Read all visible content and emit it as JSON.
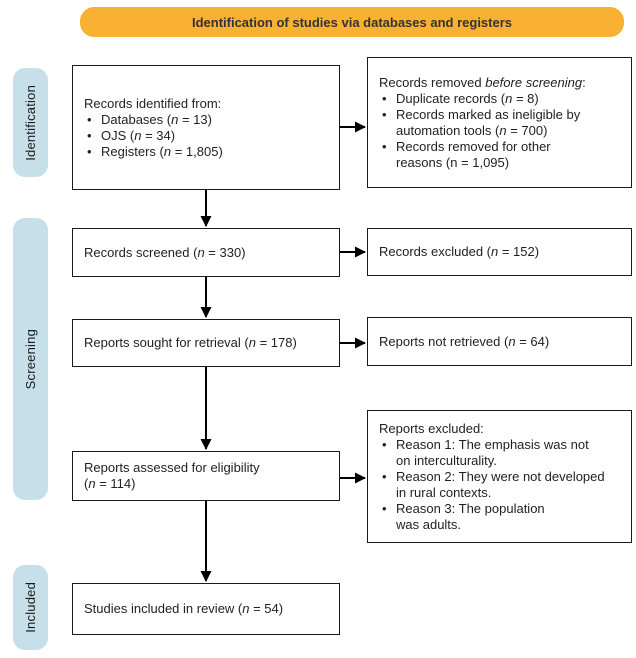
{
  "banner": {
    "title": "Identification of studies via databases and registers"
  },
  "stages": {
    "identification": "Identification",
    "screening": "Screening",
    "included": "Included"
  },
  "colors": {
    "banner": "#F8B133",
    "stage": "#C6DFE8"
  },
  "boxes": {
    "records_identified": {
      "title": [
        {
          "t": "Records identified from:"
        }
      ],
      "bullets": [
        [
          {
            "t": "Databases ("
          },
          {
            "t": "n",
            "i": true
          },
          {
            "t": " = 13)"
          }
        ],
        [
          {
            "t": "OJS ("
          },
          {
            "t": "n",
            "i": true
          },
          {
            "t": " = 34)"
          }
        ],
        [
          {
            "t": "Registers ("
          },
          {
            "t": "n",
            "i": true
          },
          {
            "t": " = 1,805)"
          }
        ]
      ]
    },
    "records_removed": {
      "title": [
        {
          "t": "Records removed "
        },
        {
          "t": "before screening",
          "i": true
        },
        {
          "t": ":"
        }
      ],
      "bullets": [
        [
          {
            "t": "Duplicate records ("
          },
          {
            "t": "n",
            "i": true
          },
          {
            "t": " = 8)"
          }
        ],
        [
          {
            "t": "Records marked as ineligible by"
          },
          {
            "br": true
          },
          {
            "t": "automation tools ("
          },
          {
            "t": "n",
            "i": true
          },
          {
            "t": " = 700)"
          }
        ],
        [
          {
            "t": "Records removed for other"
          },
          {
            "br": true
          },
          {
            "t": "reasons (n = 1,095)"
          }
        ]
      ]
    },
    "records_screened": {
      "text": [
        {
          "t": "Records screened ("
        },
        {
          "t": "n",
          "i": true
        },
        {
          "t": " = 330)"
        }
      ]
    },
    "records_excluded": {
      "text": [
        {
          "t": "Records excluded ("
        },
        {
          "t": "n",
          "i": true
        },
        {
          "t": " = 152)"
        }
      ]
    },
    "reports_sought": {
      "text": [
        {
          "t": "Reports sought for retrieval ("
        },
        {
          "t": "n",
          "i": true
        },
        {
          "t": " = 178)"
        }
      ]
    },
    "reports_not_retrieved": {
      "text": [
        {
          "t": "Reports not retrieved ("
        },
        {
          "t": "n",
          "i": true
        },
        {
          "t": " = 64)"
        }
      ]
    },
    "reports_assessed": {
      "text": [
        {
          "t": "Reports assessed for eligibility"
        },
        {
          "br": true
        },
        {
          "t": "("
        },
        {
          "t": "n",
          "i": true
        },
        {
          "t": " = 114)"
        }
      ]
    },
    "reports_excluded": {
      "title": [
        {
          "t": "Reports excluded:"
        }
      ],
      "bullets": [
        [
          {
            "t": "Reason 1: The emphasis was not"
          },
          {
            "br": true
          },
          {
            "t": "on interculturality."
          }
        ],
        [
          {
            "t": "Reason 2: They were not developed"
          },
          {
            "br": true
          },
          {
            "t": "in rural contexts."
          }
        ],
        [
          {
            "t": "Reason 3: The population"
          },
          {
            "br": true
          },
          {
            "t": "was adults."
          }
        ]
      ]
    },
    "studies_included": {
      "text": [
        {
          "t": "Studies included in review ("
        },
        {
          "t": "n",
          "i": true
        },
        {
          "t": " = 54)"
        }
      ]
    }
  }
}
